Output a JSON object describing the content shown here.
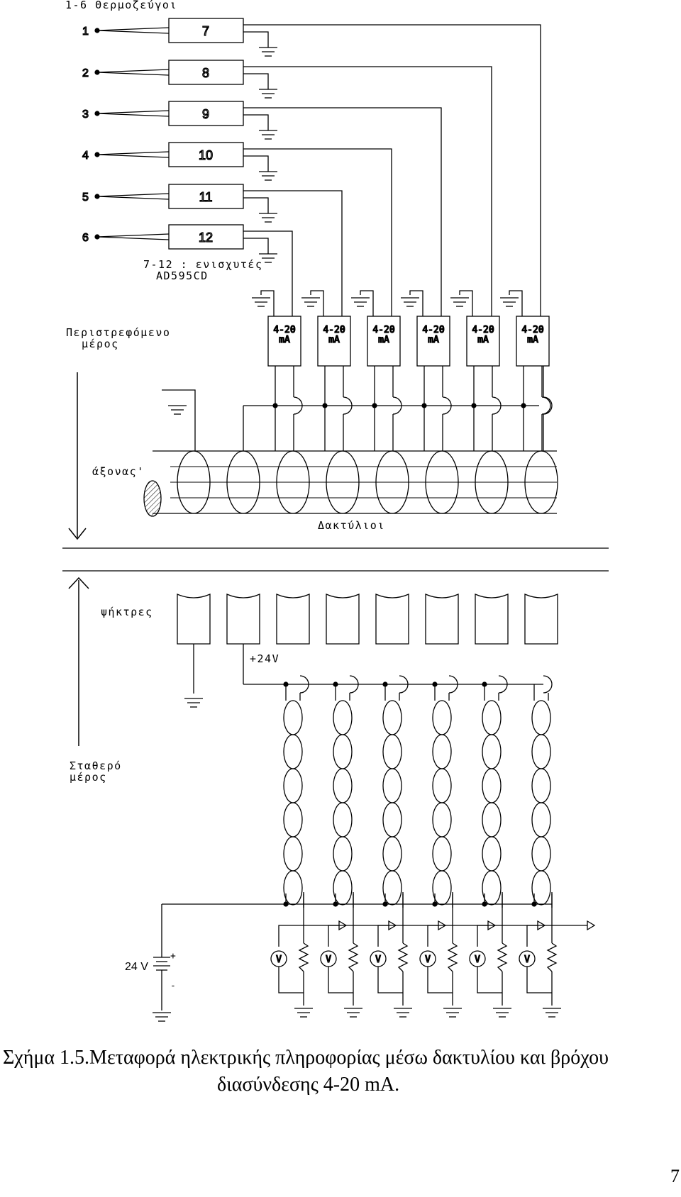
{
  "labels": {
    "thermocouples": "1-6 Θερμοζεύγοι",
    "amplifiers_line1": "7-12 : ενισχυτές",
    "amplifiers_line2": "AD595CD",
    "rotating_line1": "Περιστρεφόμενο",
    "rotating_line2": "μέρος",
    "axis": "άξονας'",
    "rings": "Δακτύλιοι",
    "brushes": "ψήκτρες",
    "supply": "+24V",
    "fixed_line1": "Σταθερό",
    "fixed_line2": "μέρος",
    "battery": "24 V",
    "battery_plus": "+",
    "battery_minus": "-",
    "voltmeter": "V"
  },
  "thermocouple_numbers": [
    "1",
    "2",
    "3",
    "4",
    "5",
    "6"
  ],
  "amplifier_numbers": [
    "7",
    "8",
    "9",
    "10",
    "11",
    "12"
  ],
  "transmitters": [
    {
      "line1": "4-20",
      "line2": "mA"
    },
    {
      "line1": "4-20",
      "line2": "mA"
    },
    {
      "line1": "4-20",
      "line2": "mA"
    },
    {
      "line1": "4-20",
      "line2": "mA"
    },
    {
      "line1": "4-20",
      "line2": "mA"
    },
    {
      "line1": "4-20",
      "line2": "mA"
    }
  ],
  "caption": {
    "line1": "Σχήμα 1.5.Μεταφορά ηλεκτρικής πληροφορίας μέσω δακτυλίου και βρόχου",
    "line2": "διασύνδεσης 4-20 mA."
  },
  "page_number": "7"
}
